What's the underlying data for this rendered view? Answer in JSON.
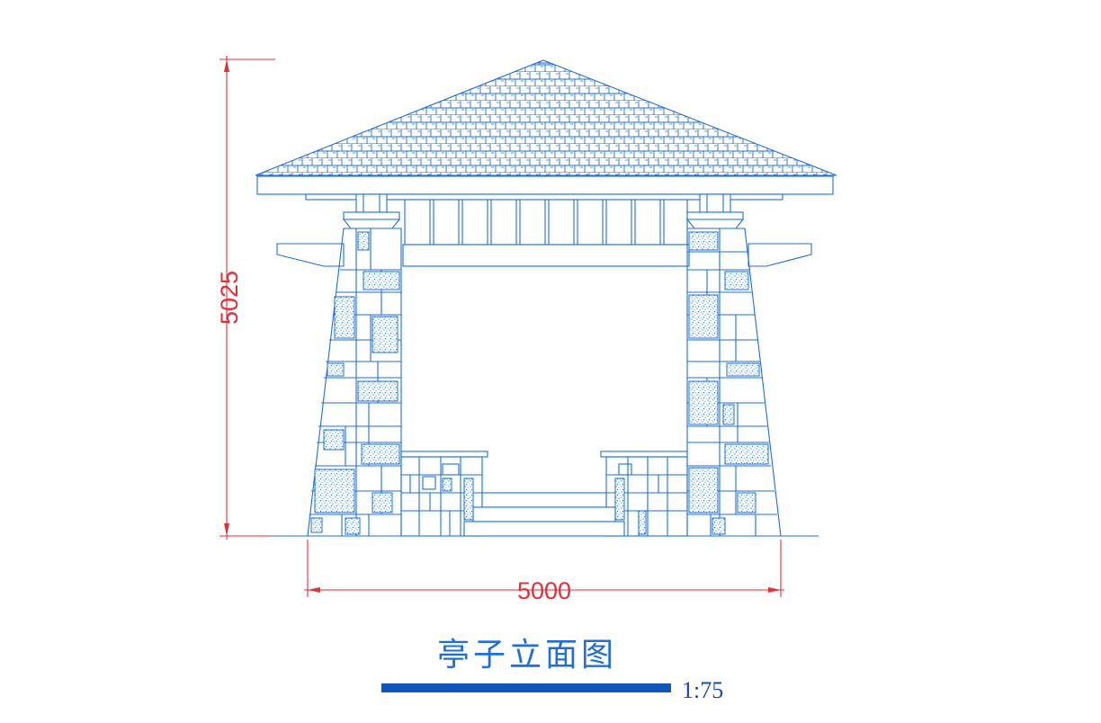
{
  "drawing": {
    "title": "亭子立面图",
    "scale": "1:75",
    "dimensions": {
      "height": "5025",
      "width": "5000"
    },
    "colors": {
      "line": "#1f6fd6",
      "dimension": "#e0303a",
      "scale_bar": "#1155bb"
    }
  }
}
